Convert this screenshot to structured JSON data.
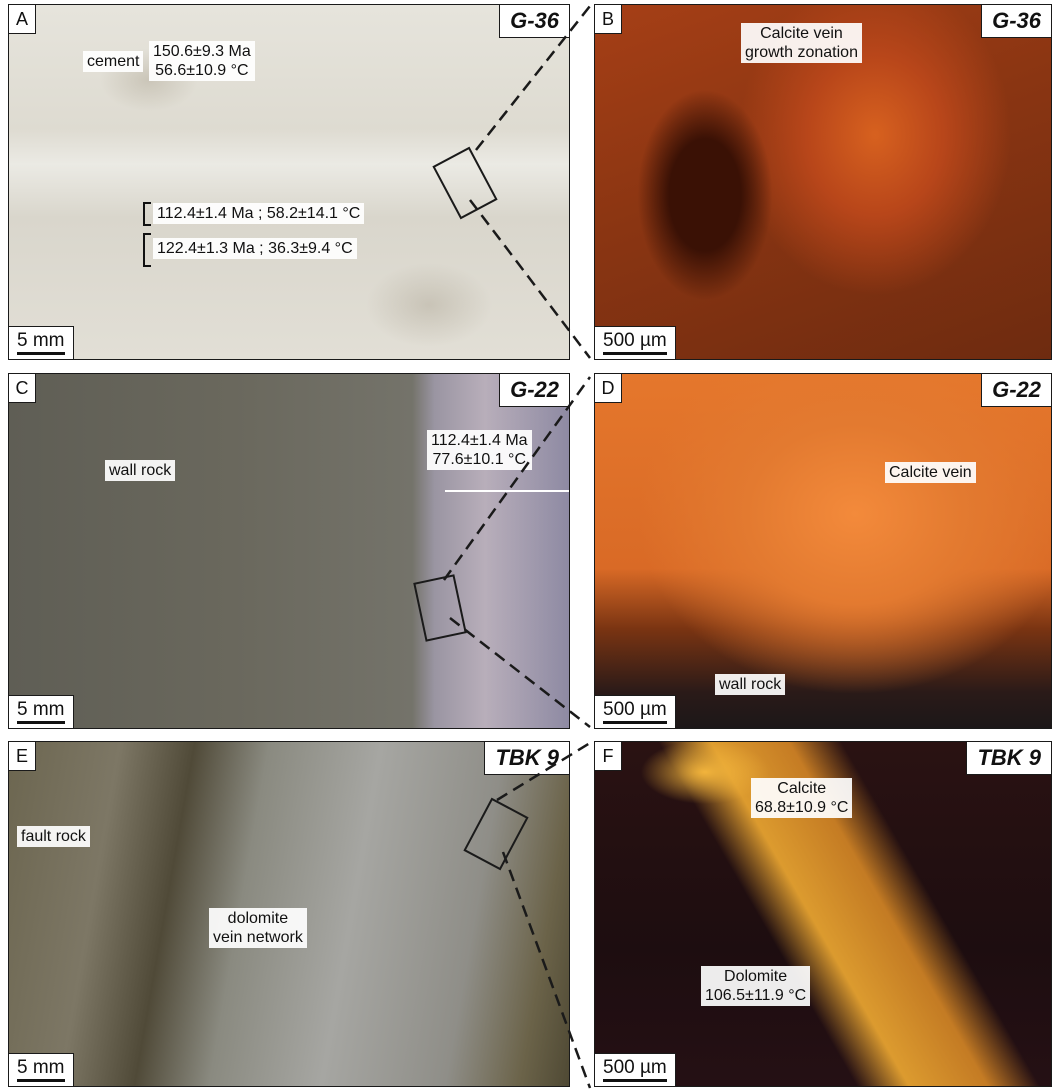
{
  "panels": {
    "a": {
      "letter": "A",
      "sample": "G-36",
      "scale": "5 mm",
      "cement_label": "cement",
      "age1_line1": "150.6±9.3 Ma",
      "age1_line2": "56.6±10.9 °C",
      "age2": "112.4±1.4 Ma ; 58.2±14.1 °C",
      "age3": "122.4±1.3 Ma ; 36.3±9.4 °C"
    },
    "b": {
      "letter": "B",
      "sample": "G-36",
      "scale": "500 µm",
      "label_line1": "Calcite vein",
      "label_line2": "growth zonation"
    },
    "c": {
      "letter": "C",
      "sample": "G-22",
      "scale": "5 mm",
      "wall_label": "wall rock",
      "age_line1": "112.4±1.4 Ma",
      "age_line2": "77.6±10.1 °C"
    },
    "d": {
      "letter": "D",
      "sample": "G-22",
      "scale": "500 µm",
      "vein_label": "Calcite vein",
      "wall_label": "wall rock"
    },
    "e": {
      "letter": "E",
      "sample": "TBK 9",
      "scale": "5 mm",
      "fault_label": "fault rock",
      "network_line1": "dolomite",
      "network_line2": "vein network"
    },
    "f": {
      "letter": "F",
      "sample": "TBK 9",
      "scale": "500 µm",
      "calcite_line1": "Calcite",
      "calcite_line2": "68.8±10.9 °C",
      "dolomite_line1": "Dolomite",
      "dolomite_line2": "106.5±11.9 °C"
    }
  }
}
